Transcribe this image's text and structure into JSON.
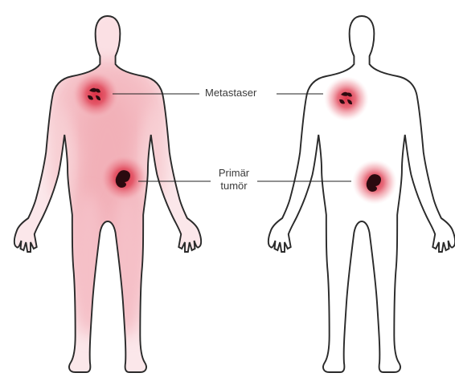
{
  "labels": {
    "metastases": "Metastaser",
    "primary_line1": "Primär",
    "primary_line2": "tumör"
  },
  "colors": {
    "outline": "#2a2a2a",
    "spread_tint": "#f4c7cc",
    "glow": "#d9273d",
    "lesion": "#2b0a0f",
    "leader_line": "#222222"
  },
  "figures": [
    {
      "name": "body-with-spread",
      "shows_spread_tint": true
    },
    {
      "name": "body-without-spread",
      "shows_spread_tint": false
    }
  ]
}
